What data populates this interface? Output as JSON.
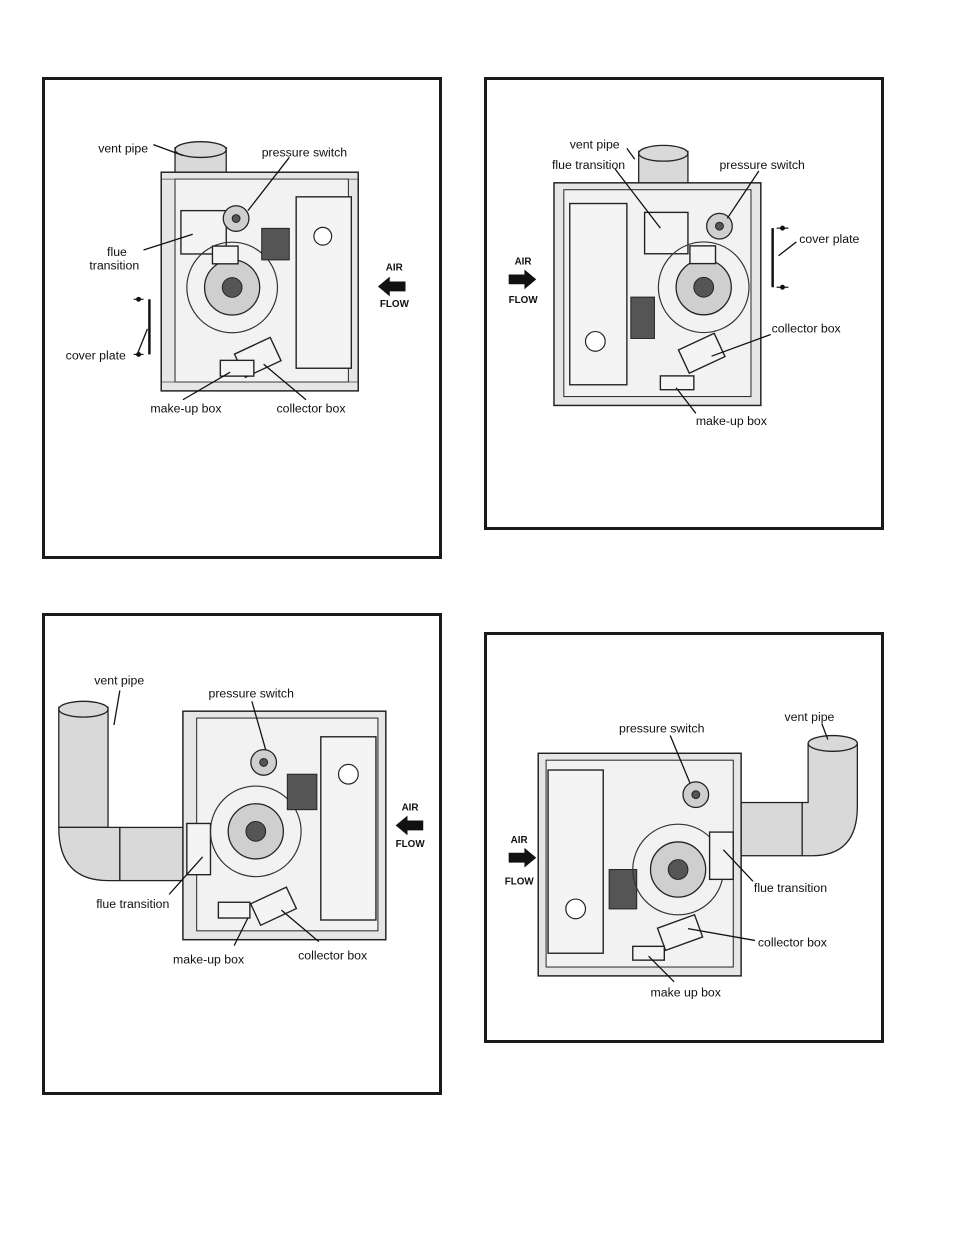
{
  "panels": [
    {
      "labels": {
        "vent_pipe": "vent pipe",
        "pressure_switch": "pressure switch",
        "flue_transition_1": "flue",
        "flue_transition_2": "transition",
        "cover_plate": "cover plate",
        "make_up_box": "make-up box",
        "collector_box": "collector box",
        "air": "AIR",
        "flow": "FLOW"
      },
      "air_flow_direction": "left"
    },
    {
      "labels": {
        "vent_pipe": "vent pipe",
        "flue_transition": "flue transition",
        "pressure_switch": "pressure switch",
        "cover_plate": "cover plate",
        "collector_box": "collector box",
        "make_up_box": "make-up box",
        "air": "AIR",
        "flow": "FLOW"
      },
      "air_flow_direction": "right"
    },
    {
      "labels": {
        "vent_pipe": "vent pipe",
        "pressure_switch": "pressure switch",
        "flue_transition": "flue transition",
        "make_up_box": "make-up box",
        "collector_box": "collector box",
        "air": "AIR",
        "flow": "FLOW"
      },
      "air_flow_direction": "left"
    },
    {
      "labels": {
        "pressure_switch": "pressure switch",
        "vent_pipe": "vent pipe",
        "flue_transition": "flue transition",
        "collector_box": "collector box",
        "make_up_box": "make up box",
        "air": "AIR",
        "flow": "FLOW"
      },
      "air_flow_direction": "right"
    }
  ]
}
